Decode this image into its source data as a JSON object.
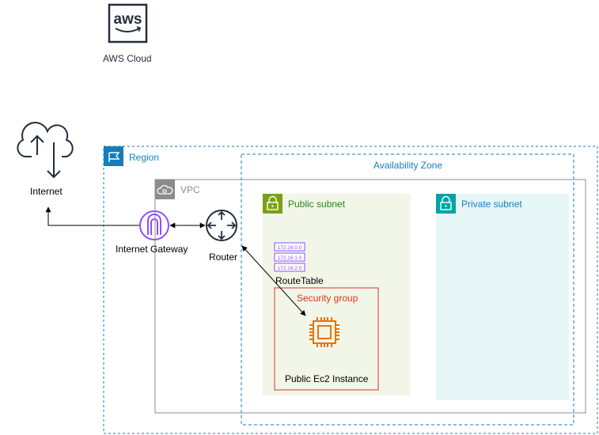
{
  "aws_cloud": {
    "label": "AWS Cloud",
    "logo_text": "aws"
  },
  "internet": {
    "label": "Internet"
  },
  "internet_gateway": {
    "label": "Internet Gateway"
  },
  "router": {
    "label": "Router"
  },
  "region": {
    "label": "Region"
  },
  "availability_zone": {
    "label": "Availability Zone"
  },
  "vpc": {
    "label": "VPC"
  },
  "public_subnet": {
    "label": "Public subnet"
  },
  "private_subnet": {
    "label": "Private subnet"
  },
  "route_table": {
    "label": "RouteTable",
    "entries": [
      "172.16.0.0",
      "172.16.1.0",
      "172.16.2.0"
    ]
  },
  "security_group": {
    "label": "Security group"
  },
  "ec2": {
    "label": "Public Ec2 Instance"
  },
  "colors": {
    "region": "#147eba",
    "vpc_border": "#879196",
    "vpc_header": "#8c8c8c",
    "public_fill": "#f2f6e8",
    "public_accent": "#7aa116",
    "public_text": "#248814",
    "private_fill": "#e6f6f7",
    "private_accent": "#00a4a6",
    "private_text": "#147eba",
    "security_group": "#dd3522",
    "ec2": "#ed7100",
    "igw": "#8c4fff",
    "route_table": "#8c4fff"
  }
}
